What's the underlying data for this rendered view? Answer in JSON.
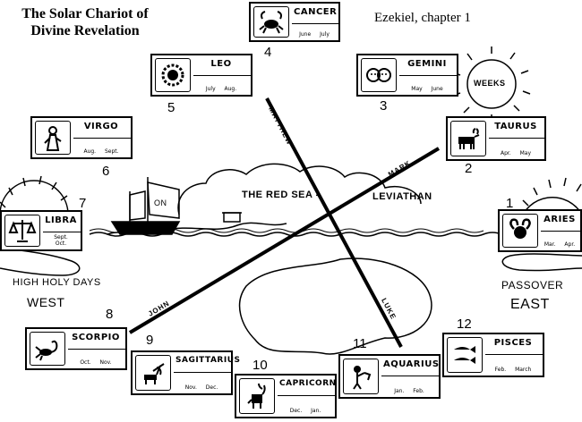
{
  "title": "The Solar Chariot of Divine Revelation",
  "reference": "Ezekiel, chapter 1",
  "signs": [
    {
      "name": "CANCER",
      "months": "June July",
      "number": "4",
      "icon": "crab-icon"
    },
    {
      "name": "LEO",
      "months": "July Aug.",
      "number": "5",
      "icon": "lion-icon"
    },
    {
      "name": "GEMINI",
      "months": "May June",
      "number": "3",
      "icon": "twins-icon"
    },
    {
      "name": "VIRGO",
      "months": "Aug. Sept.",
      "number": "6",
      "icon": "virgin-icon"
    },
    {
      "name": "TAURUS",
      "months": "Apr. May",
      "number": "2",
      "icon": "bull-icon"
    },
    {
      "name": "LIBRA",
      "months": "Sept. Oct.",
      "number": "7",
      "icon": "scales-icon"
    },
    {
      "name": "ARIES",
      "months": "Mar. Apr.",
      "number": "1",
      "icon": "ram-icon"
    },
    {
      "name": "SCORPIO",
      "months": "Oct. Nov.",
      "number": "8",
      "icon": "scorpion-icon"
    },
    {
      "name": "SAGITTARIUS",
      "months": "Nov. Dec.",
      "number": "9",
      "icon": "archer-icon"
    },
    {
      "name": "CAPRICORN",
      "months": "Dec. Jan.",
      "number": "10",
      "icon": "goat-icon"
    },
    {
      "name": "AQUARIUS",
      "months": "Jan. Feb.",
      "number": "11",
      "icon": "water-bearer-icon"
    },
    {
      "name": "PISCES",
      "months": "Feb. March",
      "number": "12",
      "icon": "fish-icon"
    }
  ],
  "sun_label": "WEEKS",
  "sea_label": "THE RED SEA -",
  "leviathan_label": "LEVIATHAN",
  "ship_flag": "ON",
  "gospels": {
    "matthew": "MATTHEW",
    "mark": "MARK",
    "john": "JOHN",
    "luke": "LUKE"
  },
  "west": {
    "days": "HIGH HOLY DAYS",
    "direction": "WEST"
  },
  "east": {
    "feast": "PASSOVER",
    "direction": "EAST"
  }
}
